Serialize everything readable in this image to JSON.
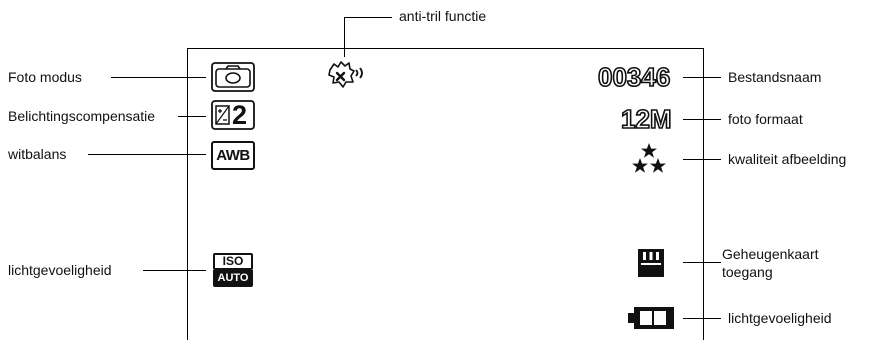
{
  "labels": {
    "anti_shake": "anti-tril functie",
    "photo_mode": "Foto modus",
    "exposure_comp": "Belichtingscompensatie",
    "white_balance": "witbalans",
    "iso": "lichtgevoeligheid",
    "file_name": "Bestandsnaam",
    "photo_size": "foto formaat",
    "quality": "kwaliteit afbeelding",
    "memory_card": "Geheugenkaart toegang",
    "battery": "lichtgevoeligheid"
  },
  "screen": {
    "file_number": "00346",
    "resolution": "12M",
    "exposure_value": "2",
    "white_balance_text": "AWB",
    "iso_top": "ISO",
    "iso_bottom": "AUTO"
  },
  "icons": {
    "photo_mode": "camera-icon",
    "anti_shake": "shaking-hand-icon",
    "exposure": "exposure-icon",
    "quality": "three-stars-icon",
    "memory_card": "memory-card-icon",
    "battery": "battery-icon"
  }
}
